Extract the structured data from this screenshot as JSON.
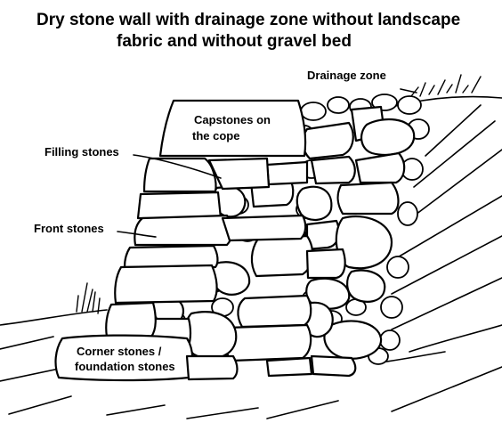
{
  "title": {
    "line1": "Dry stone wall with drainage zone without landscape",
    "line2": "fabric and without gravel bed"
  },
  "labels": {
    "drainage_zone": "Drainage zone",
    "capstones_line1": "Capstones on",
    "capstones_line2": "the cope",
    "filling_stones": "Filling stones",
    "front_stones": "Front stones",
    "corner_line1": "Corner stones /",
    "corner_line2": "foundation stones"
  },
  "colors": {
    "ink": "#000000",
    "paper": "#ffffff"
  }
}
